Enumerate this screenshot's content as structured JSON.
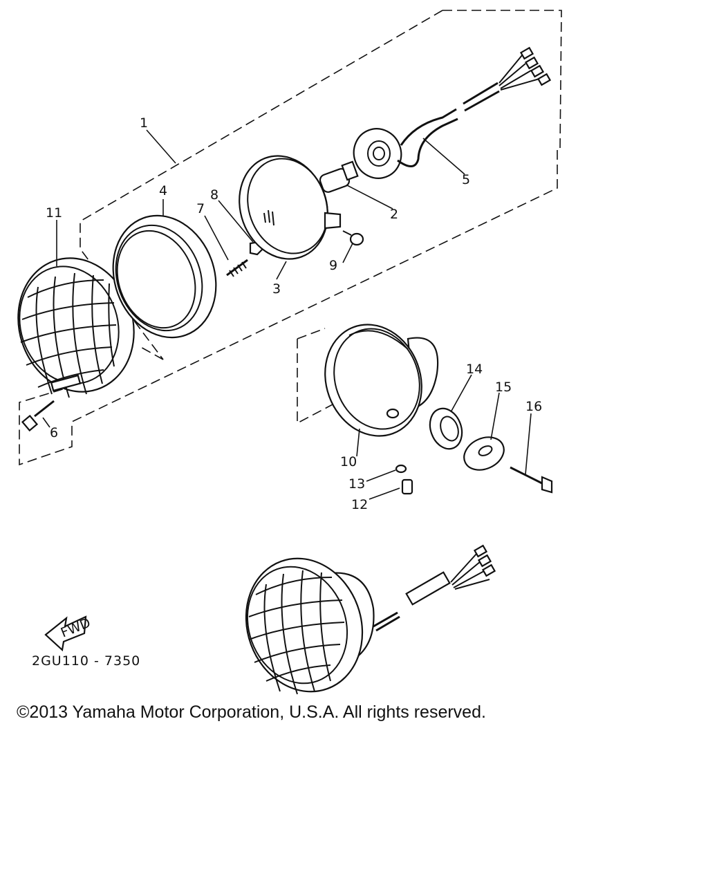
{
  "diagram": {
    "part_labels": [
      "1",
      "2",
      "3",
      "4",
      "5",
      "6",
      "7",
      "8",
      "9",
      "10",
      "11",
      "12",
      "13",
      "14",
      "15",
      "16"
    ],
    "drawing_code": "2GU110 - 7350",
    "fwd_label": "FWD"
  },
  "footer": {
    "copyright": "©2013 Yamaha Motor Corporation, U.S.A. All rights reserved."
  }
}
